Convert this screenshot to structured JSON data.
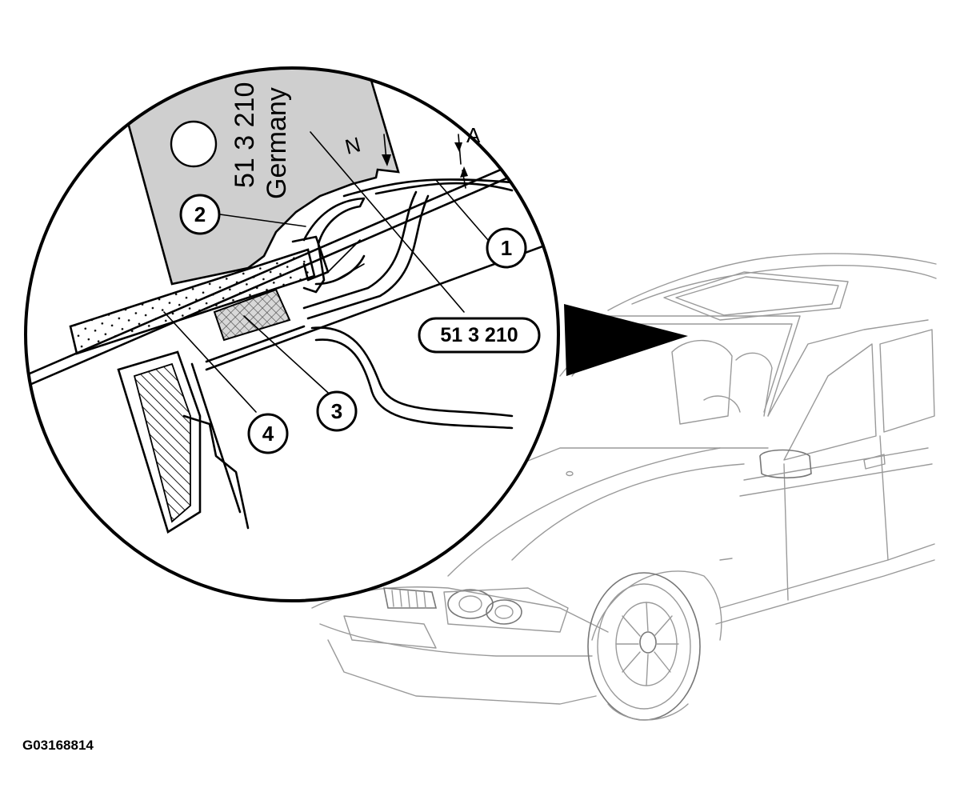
{
  "figure": {
    "code": "G03168814"
  },
  "tool": {
    "part_number": "51 3 210",
    "origin": "Germany",
    "direction_label": "N"
  },
  "dimension_label": "A",
  "callouts": [
    {
      "number": "1"
    },
    {
      "number": "2"
    },
    {
      "number": "3"
    },
    {
      "number": "4"
    }
  ],
  "tool_callout": "51 3 210"
}
